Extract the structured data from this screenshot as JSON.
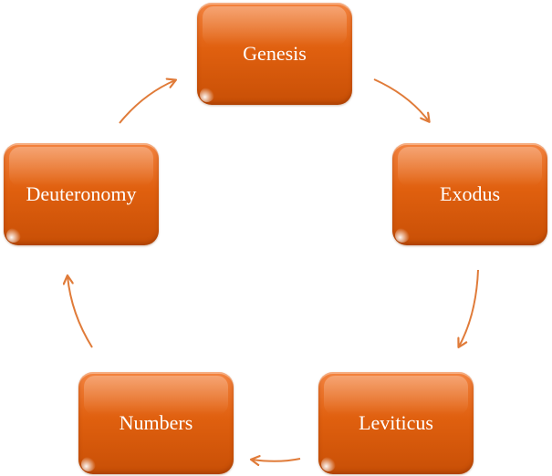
{
  "diagram": {
    "type": "cycle",
    "accent_color": "#e0600f",
    "arrow_color": "#e07b39",
    "nodes": [
      {
        "id": "genesis",
        "label": "Genesis"
      },
      {
        "id": "exodus",
        "label": "Exodus"
      },
      {
        "id": "leviticus",
        "label": "Leviticus"
      },
      {
        "id": "numbers",
        "label": "Numbers"
      },
      {
        "id": "deuteronomy",
        "label": "Deuteronomy"
      }
    ],
    "edges": [
      {
        "from": "genesis",
        "to": "exodus"
      },
      {
        "from": "exodus",
        "to": "leviticus"
      },
      {
        "from": "leviticus",
        "to": "numbers"
      },
      {
        "from": "numbers",
        "to": "deuteronomy"
      },
      {
        "from": "deuteronomy",
        "to": "genesis"
      }
    ]
  }
}
